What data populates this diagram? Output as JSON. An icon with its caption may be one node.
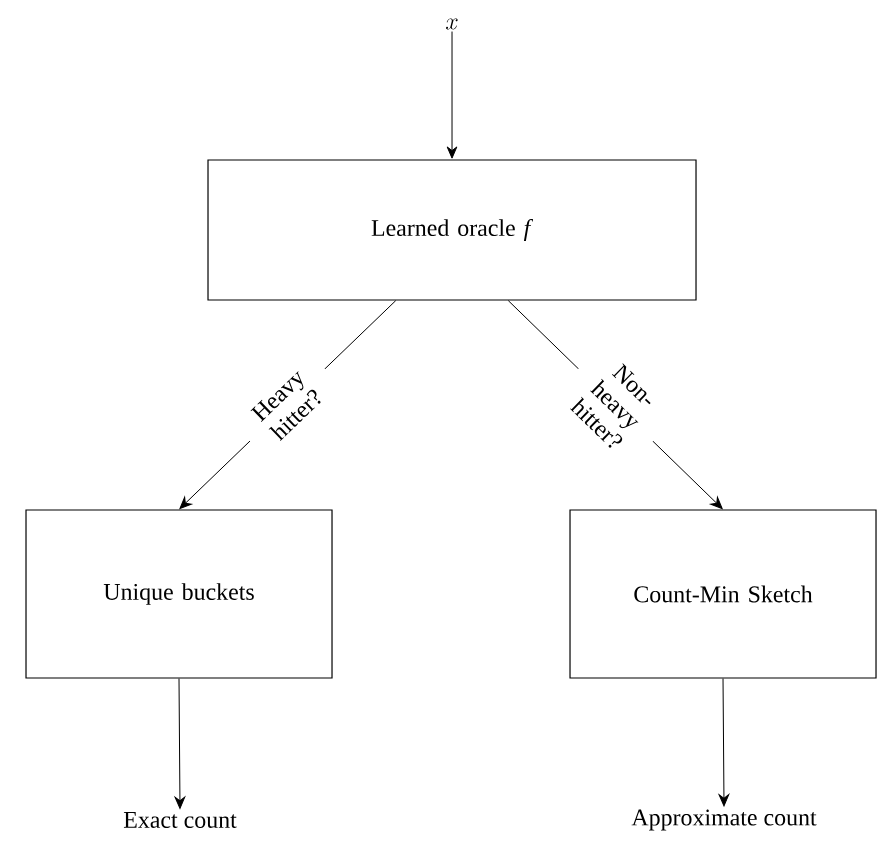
{
  "diagram": {
    "nodes": [
      {
        "text": [
          "x"
        ]
      },
      {
        "text": [
          "Learned oracle *f*"
        ]
      },
      {
        "text": [
          "Unique buckets"
        ]
      },
      {
        "text": [
          "Count-Min Sketch"
        ]
      },
      {
        "text": [
          "Exact count"
        ]
      },
      {
        "text": [
          "Approximate count"
        ]
      }
    ],
    "edges": [
      {
        "from": 0,
        "to": 1,
        "arrow": "to"
      },
      {
        "from": 1,
        "to": 2,
        "arrow": "to",
        "label": "Heavy hitter?"
      },
      {
        "from": 1,
        "to": 3,
        "arrow": "to",
        "label": "Non-heavy hitter?"
      },
      {
        "from": 2,
        "to": 4,
        "arrow": "to"
      },
      {
        "from": 3,
        "to": 5,
        "arrow": "to"
      }
    ]
  }
}
